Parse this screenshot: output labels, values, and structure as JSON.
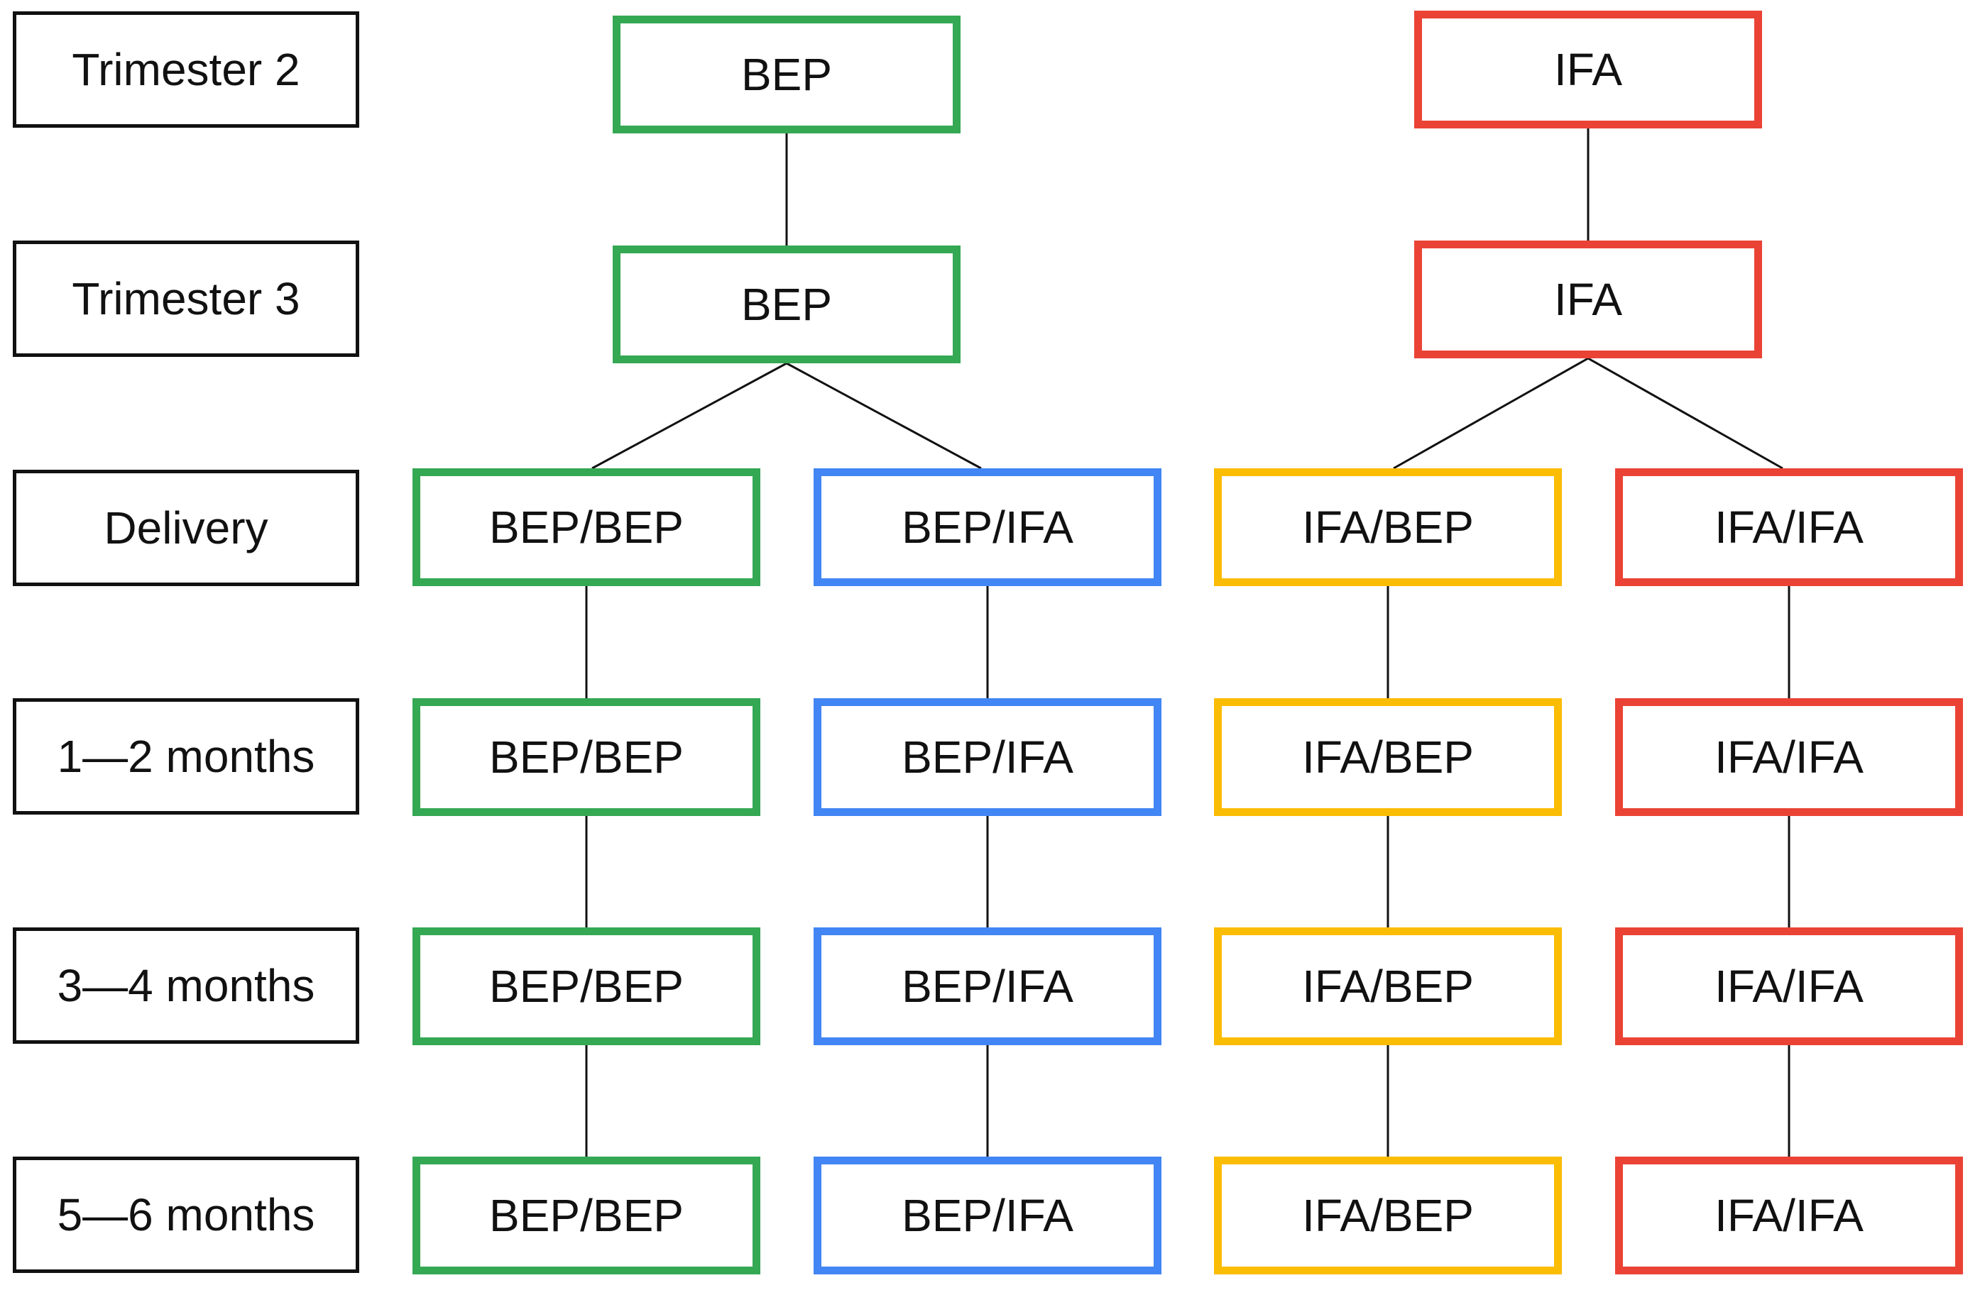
{
  "colors": {
    "green": "#34a853",
    "blue": "#4285f4",
    "yellow": "#fbbc04",
    "red": "#ea4335",
    "line": "#111111"
  },
  "rows": [
    {
      "key": "t2",
      "label": "Trimester 2"
    },
    {
      "key": "t3",
      "label": "Trimester 3"
    },
    {
      "key": "delivery",
      "label": "Delivery"
    },
    {
      "key": "m12",
      "label": "1—2 months"
    },
    {
      "key": "m34",
      "label": "3—4 months"
    },
    {
      "key": "m56",
      "label": "5—6 months"
    }
  ],
  "nodes": {
    "bep_t2": {
      "label": "BEP",
      "color": "green"
    },
    "bep_t3": {
      "label": "BEP",
      "color": "green"
    },
    "ifa_t2": {
      "label": "IFA",
      "color": "red"
    },
    "ifa_t3": {
      "label": "IFA",
      "color": "red"
    },
    "bep_bep_delivery": {
      "label": "BEP/BEP",
      "color": "green"
    },
    "bep_bep_m12": {
      "label": "BEP/BEP",
      "color": "green"
    },
    "bep_bep_m34": {
      "label": "BEP/BEP",
      "color": "green"
    },
    "bep_bep_m56": {
      "label": "BEP/BEP",
      "color": "green"
    },
    "bep_ifa_delivery": {
      "label": "BEP/IFA",
      "color": "blue"
    },
    "bep_ifa_m12": {
      "label": "BEP/IFA",
      "color": "blue"
    },
    "bep_ifa_m34": {
      "label": "BEP/IFA",
      "color": "blue"
    },
    "bep_ifa_m56": {
      "label": "BEP/IFA",
      "color": "blue"
    },
    "ifa_bep_delivery": {
      "label": "IFA/BEP",
      "color": "yellow"
    },
    "ifa_bep_m12": {
      "label": "IFA/BEP",
      "color": "yellow"
    },
    "ifa_bep_m34": {
      "label": "IFA/BEP",
      "color": "yellow"
    },
    "ifa_bep_m56": {
      "label": "IFA/BEP",
      "color": "yellow"
    },
    "ifa_ifa_delivery": {
      "label": "IFA/IFA",
      "color": "red"
    },
    "ifa_ifa_m12": {
      "label": "IFA/IFA",
      "color": "red"
    },
    "ifa_ifa_m34": {
      "label": "IFA/IFA",
      "color": "red"
    },
    "ifa_ifa_m56": {
      "label": "IFA/IFA",
      "color": "red"
    }
  }
}
